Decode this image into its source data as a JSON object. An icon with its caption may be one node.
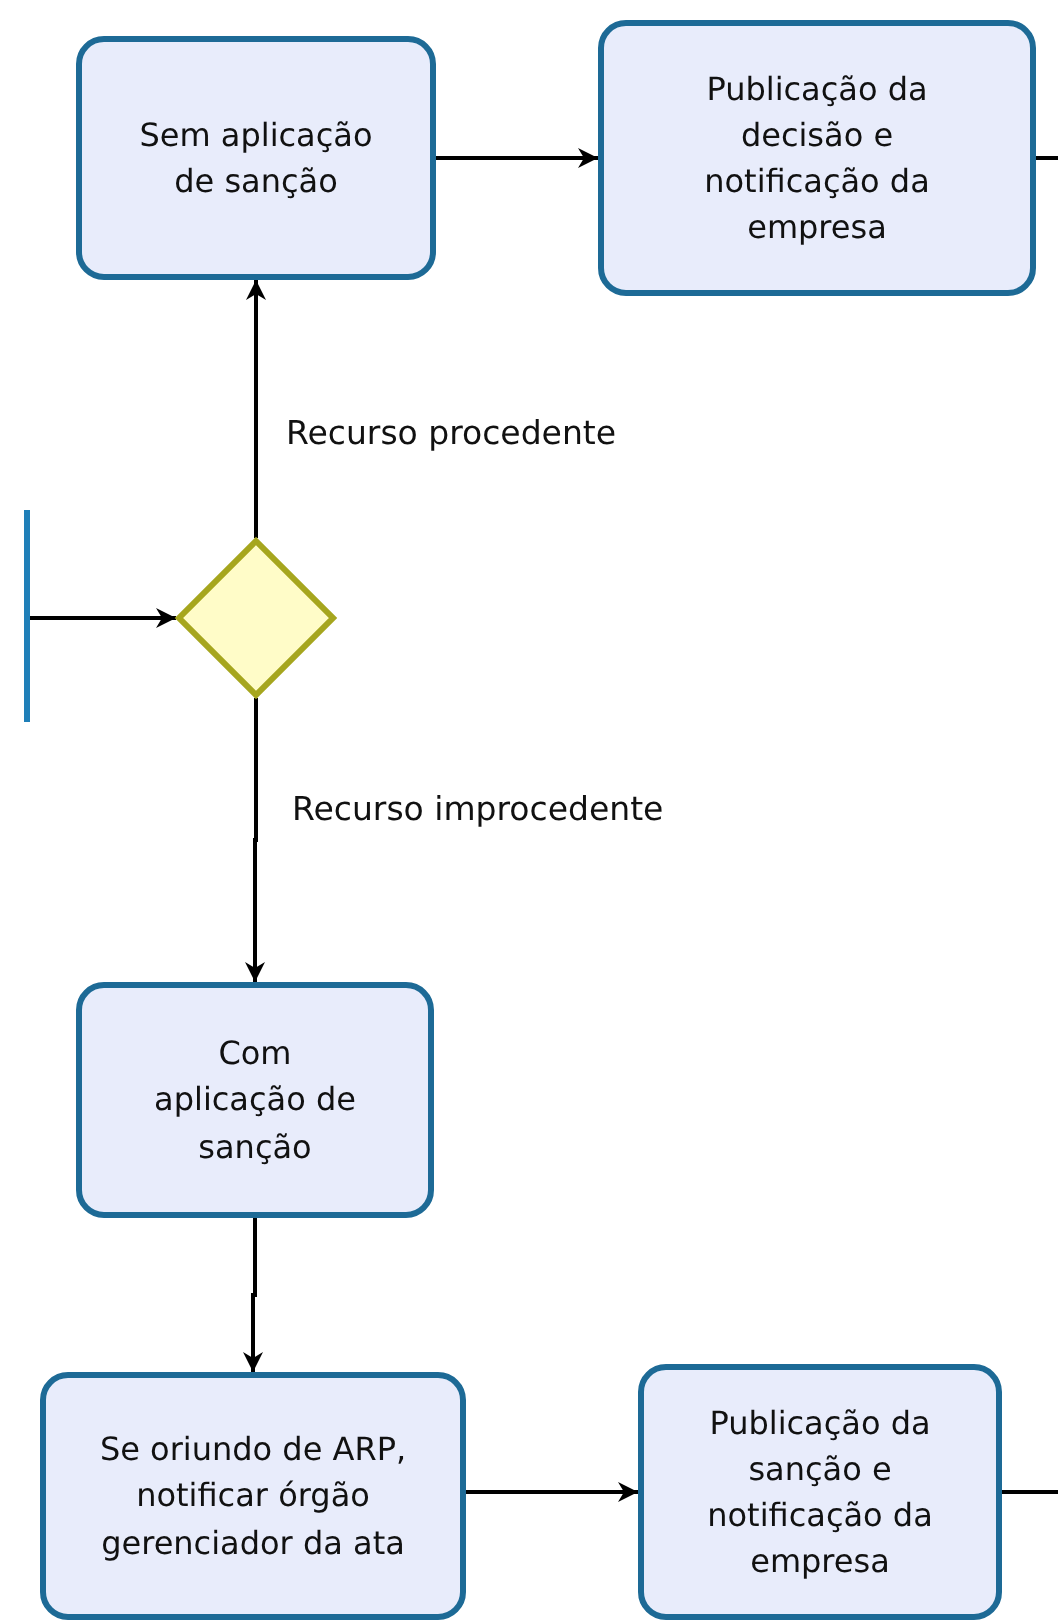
{
  "diagram": {
    "nodes": [
      {
        "text": [],
        "shape": "box"
      },
      {
        "text": [],
        "shape": "diamond"
      },
      {
        "text": [
          "Sem aplicação de sanção"
        ]
      },
      {
        "text": [
          "Publicação da decisão e notificação da empresa"
        ]
      },
      {
        "text": [
          "Com aplicação de sanção"
        ]
      },
      {
        "text": [
          "Se oriundo de ARP, notificar órgão gerenciador da ata"
        ]
      },
      {
        "text": [
          "Publicação da sanção e notificação da empresa"
        ]
      }
    ],
    "edges": [
      {
        "from": 0,
        "to": 1,
        "arrow": "to"
      },
      {
        "from": 1,
        "to": 2,
        "arrow": "to",
        "label": "Recurso procedente"
      },
      {
        "from": 2,
        "to": 3,
        "arrow": "to"
      },
      {
        "from": 3,
        "to": null,
        "arrow": "none"
      },
      {
        "from": 1,
        "to": 4,
        "arrow": "to",
        "label": "Recurso improcedente"
      },
      {
        "from": 4,
        "to": 5,
        "arrow": "to"
      },
      {
        "from": 5,
        "to": 6,
        "arrow": "to"
      },
      {
        "from": 6,
        "to": null,
        "arrow": "none"
      }
    ]
  }
}
